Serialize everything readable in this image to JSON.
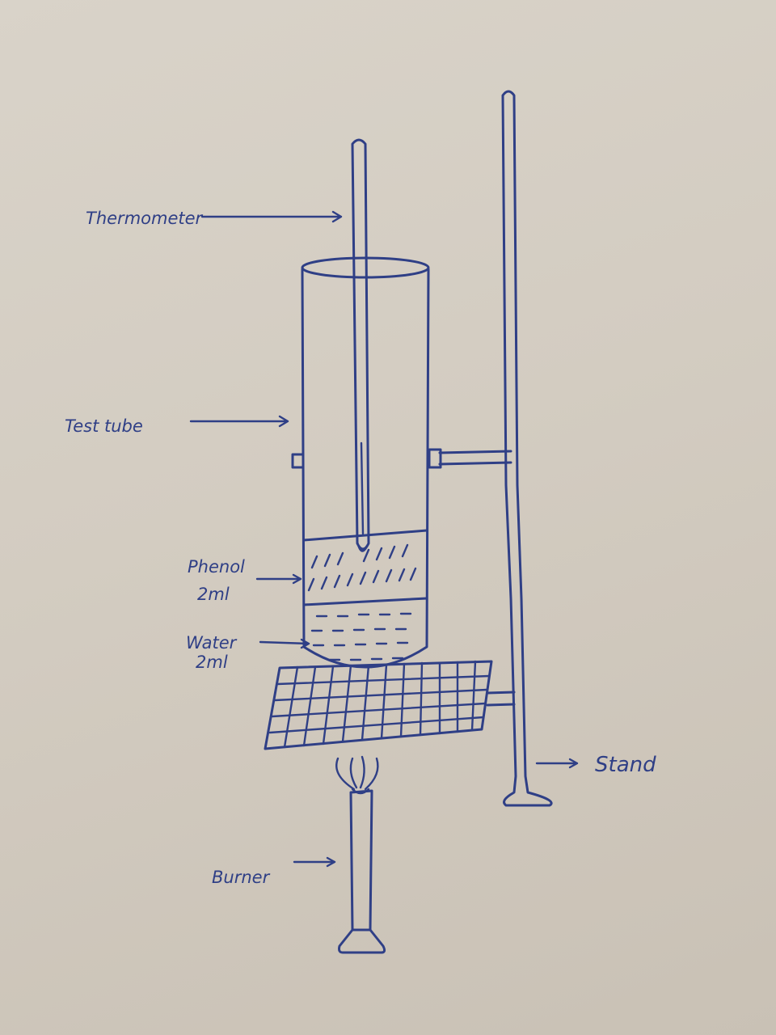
{
  "labels": {
    "thermometer": "Thermometer",
    "test_tube": "Test tube",
    "phenol": "Phenol",
    "phenol_volume": "2ml",
    "water": "Water",
    "water_volume": "2ml",
    "burner": "Burner",
    "stand": "Stand"
  },
  "colors": {
    "ink": "#2f3f86",
    "paper": "#d6d0c6"
  }
}
